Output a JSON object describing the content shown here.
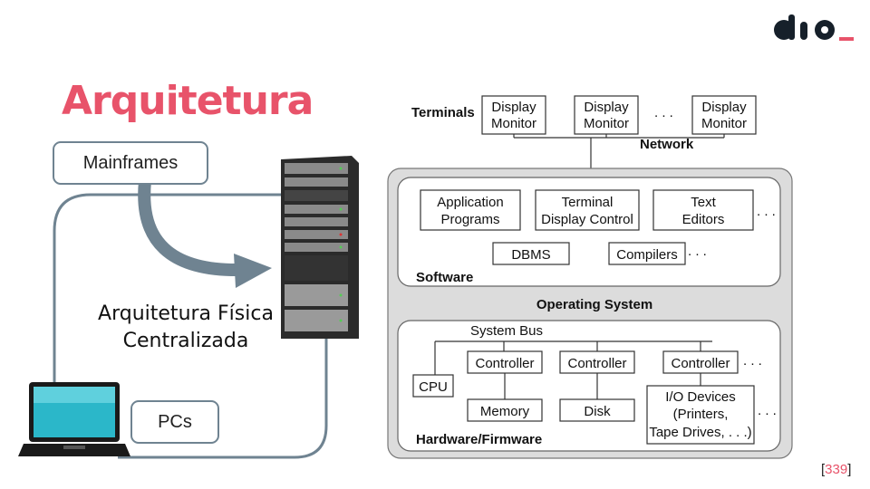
{
  "slide": {
    "title": "Arquitetura",
    "logo": "dio.",
    "mainframes_label": "Mainframes",
    "pcs_label": "PCs",
    "arch_line1": "Arquitetura Física",
    "arch_line2": "Centralizada",
    "reference_open": "[",
    "reference_num": "339",
    "reference_close": "]"
  },
  "diagram": {
    "terminals_label": "Terminals",
    "network_label": "Network",
    "display_monitor_l1": "Display",
    "display_monitor_l2": "Monitor",
    "ellipsis": ". . .",
    "software_label": "Software",
    "app_programs_l1": "Application",
    "app_programs_l2": "Programs",
    "terminal_display_l1": "Terminal",
    "terminal_display_l2": "Display Control",
    "text_editors_l1": "Text",
    "text_editors_l2": "Editors",
    "dbms": "DBMS",
    "compilers": "Compilers",
    "os_label": "Operating System",
    "system_bus": "System Bus",
    "cpu": "CPU",
    "controller": "Controller",
    "memory": "Memory",
    "disk": "Disk",
    "io_l1": "I/O Devices",
    "io_l2": "(Printers,",
    "io_l3": "Tape Drives, . . .)",
    "hardware_label": "Hardware/Firmware"
  },
  "colors": {
    "accent": "#e8536a",
    "outline": "#6f8391",
    "logo_dark": "#16202a"
  }
}
